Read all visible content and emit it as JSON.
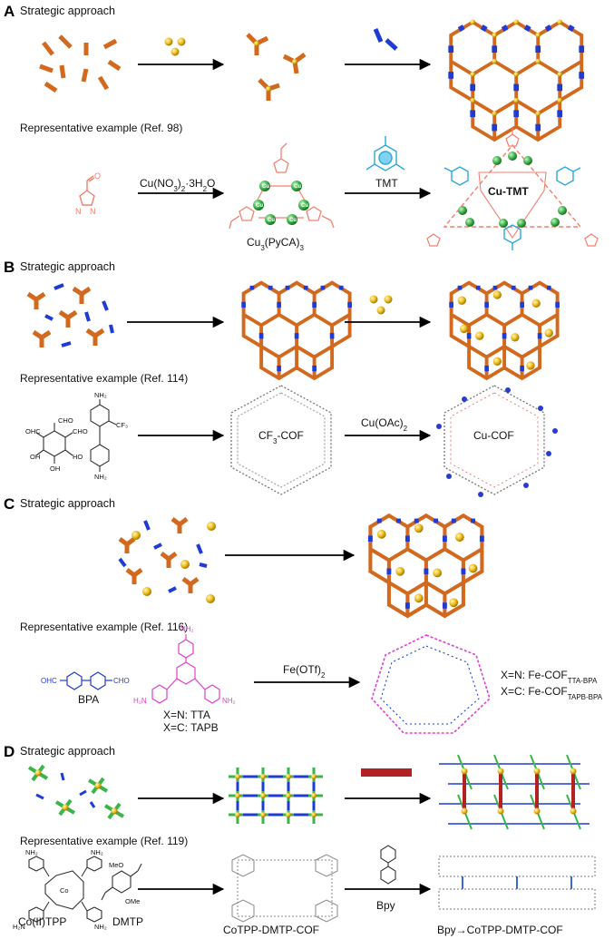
{
  "colors": {
    "orange": "#d2691e",
    "blue": "#1f3bd6",
    "gold": "#e9b71a",
    "green_node": "#39b54a",
    "pink": "#f0908a",
    "teal": "#2aa8d8",
    "magenta": "#e040d0",
    "dark_red": "#b22222",
    "gray": "#555555"
  },
  "panels": [
    {
      "letter": "A",
      "heading": "Strategic approach",
      "example": "Representative example (Ref. 98)",
      "reagent_1": "Cu(NO",
      "reagent_1_sub1": "3",
      "reagent_1_mid": ")",
      "reagent_1_sub2": "2",
      "reagent_1_tail": "·3H",
      "reagent_1_sub3": "2",
      "reagent_1_end": "O",
      "intermediate": "Cu",
      "intermediate_sub1": "3",
      "intermediate_mid": "(PyCA)",
      "intermediate_sub2": "3",
      "reagent_2": "TMT",
      "product": "Cu-TMT"
    },
    {
      "letter": "B",
      "heading": "Strategic approach",
      "example": "Representative example (Ref. 114)",
      "intermediate": "CF",
      "intermediate_sub": "3",
      "intermediate_tail": "-COF",
      "reagent": "Cu(OAc)",
      "reagent_sub": "2",
      "product": "Cu-COF",
      "mol_labels": [
        "CHO",
        "OHC",
        "CHO",
        "OH",
        "HO",
        "OH",
        "NH₂",
        "NH₂",
        "CF₃"
      ]
    },
    {
      "letter": "C",
      "heading": "Strategic approach",
      "example": "Representative example (Ref. 116)",
      "mol_1": "BPA",
      "mol_1_groups": [
        "OHC",
        "CHO"
      ],
      "mol_2_groups": [
        "NH₂",
        "H₂N",
        "NH₂"
      ],
      "mol_2_line1": "X=N: TTA",
      "mol_2_line2": "X=C: TAPB",
      "reagent": "Fe(OTf)",
      "reagent_sub": "2",
      "product_line1": "X=N: Fe-COF",
      "product_line1_sub": "TTA-BPA",
      "product_line2": "X=C: Fe-COF",
      "product_line2_sub": "TAPB-BPA"
    },
    {
      "letter": "D",
      "heading": "Strategic approach",
      "example": "Representative example (Ref. 119)",
      "mol_1": "Co(II)TPP",
      "mol_1_groups": [
        "NH₂",
        "NH₂",
        "H₂N",
        "NH₂",
        "Co"
      ],
      "mol_2": "DMTP",
      "mol_2_groups": [
        "MeO",
        "OMe"
      ],
      "intermediate": "CoTPP-DMTP-COF",
      "reagent": "Bpy",
      "product": "Bpy→CoTPP-DMTP-COF"
    }
  ]
}
